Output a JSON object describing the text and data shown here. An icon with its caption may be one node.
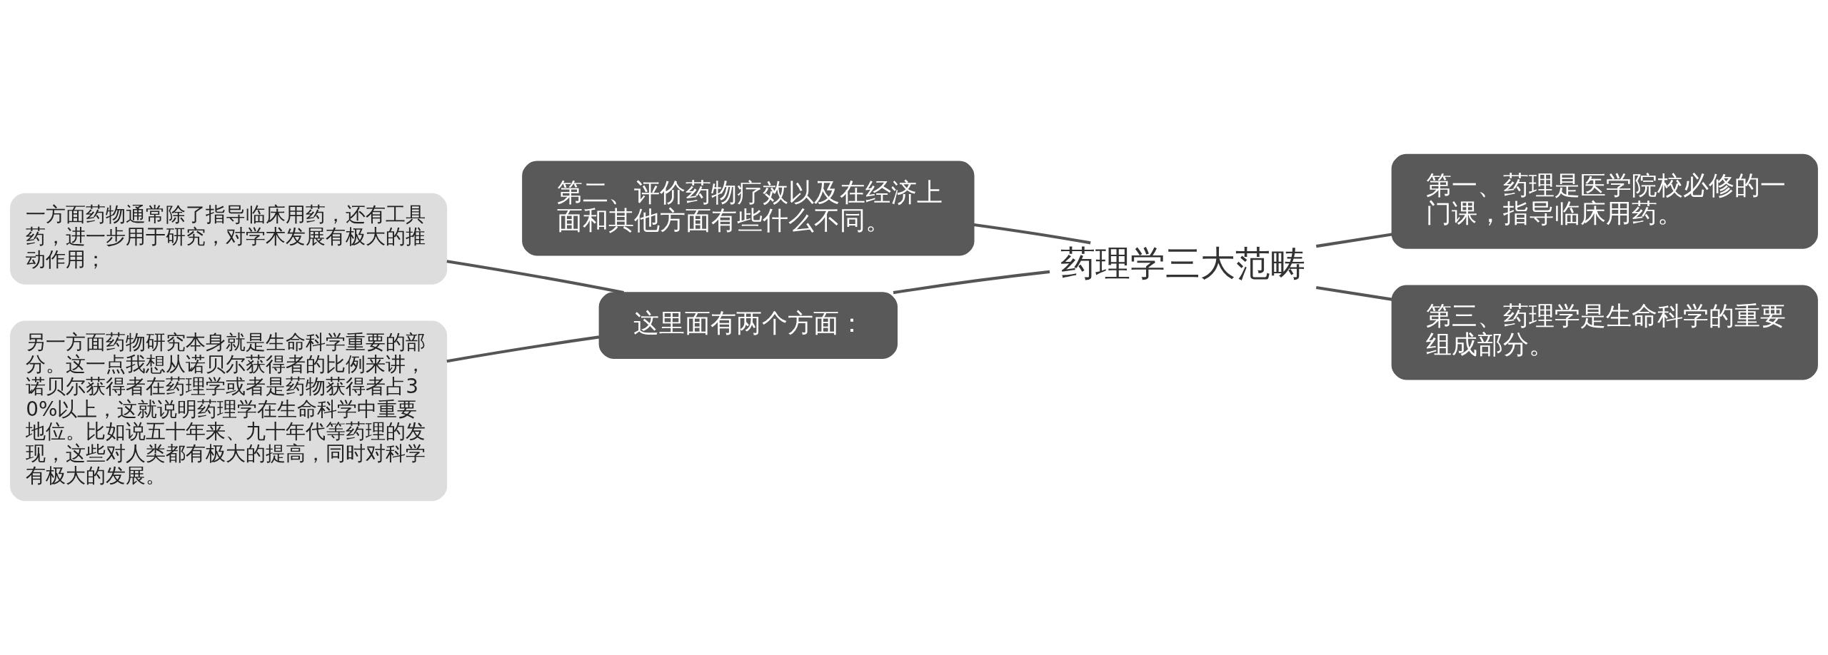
{
  "diagram": {
    "nodes": [
      {
        "text": [
          "药理学三大范畴"
        ]
      },
      {
        "text": [
          "第二、评价药物疗效以及在经济上面和其他方面有些什么不同。"
        ]
      },
      {
        "text": [
          "第一、药理是医学院校必修的一门课，指导临床用药。"
        ]
      },
      {
        "text": [
          "第三、药理学是生命科学的重要组成部分。"
        ]
      },
      {
        "text": [
          "这里面有两个方面："
        ]
      },
      {
        "text": [
          "一方面药物通常除了指导临床用药，还有工具药，进一步用于研究，对学术发展有极大的推动作用；"
        ]
      },
      {
        "text": [
          "另一方面药物研究本身就是生命科学重要的部分。这一点我想从诺贝尔获得者的比例来讲，诺贝尔获得者在药理学或者是药物获得者占30%以上，这就说明药理学在生命科学中重要地位。比如说五十年来、九十年代等药理的发现，这些对人类都有极大的提高，同时对科学有极大的发展。"
        ]
      }
    ],
    "edges": [
      {
        "from": 0,
        "to": 1,
        "arrow": "none"
      },
      {
        "from": 0,
        "to": 2,
        "arrow": "none"
      },
      {
        "from": 0,
        "to": 3,
        "arrow": "none"
      },
      {
        "from": 0,
        "to": 4,
        "arrow": "none"
      },
      {
        "from": 4,
        "to": 5,
        "arrow": "none"
      },
      {
        "from": 4,
        "to": 6,
        "arrow": "none"
      }
    ]
  }
}
